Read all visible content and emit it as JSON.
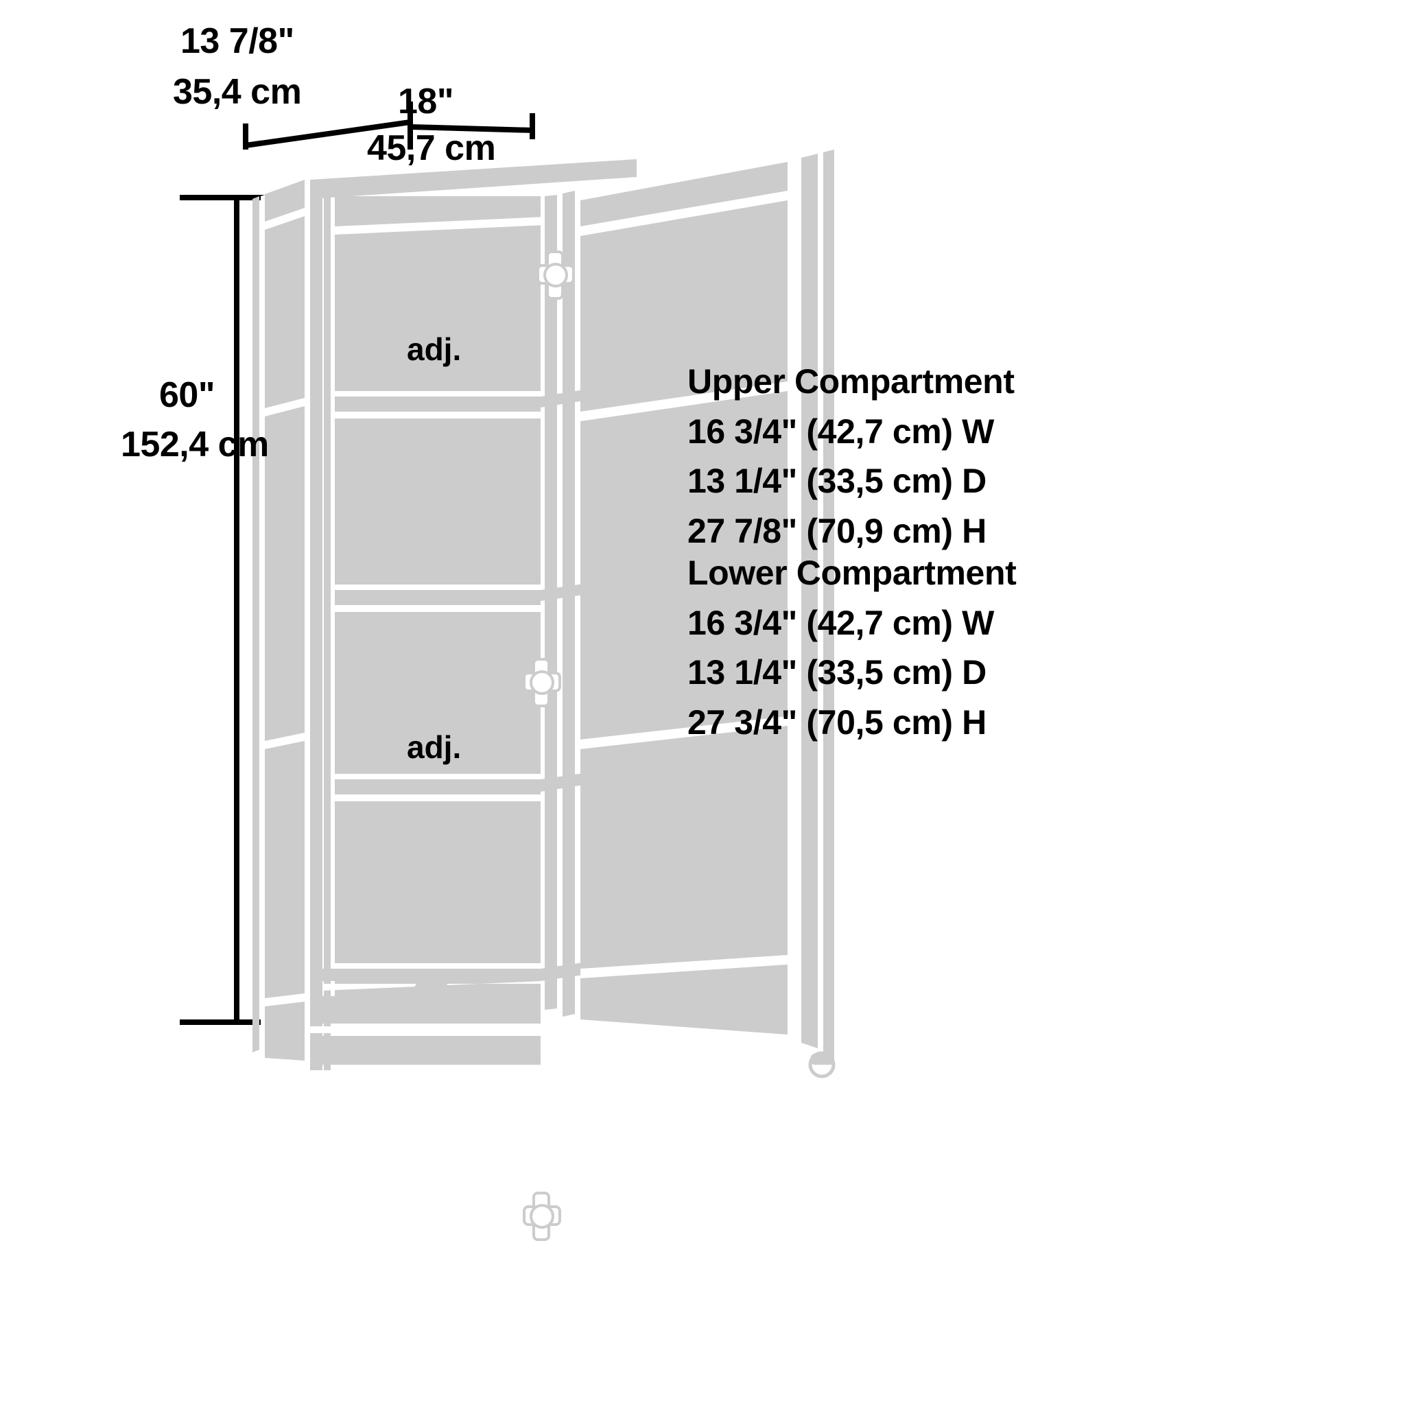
{
  "diagram": {
    "type": "furniture-dimension-diagram",
    "product": "storage cabinet with doors",
    "colors": {
      "line": "#000000",
      "panel_fill": "#cccccc",
      "background": "#ffffff"
    }
  },
  "dimensions": {
    "depth_inches": "13 7/8\"",
    "depth_cm": "35,4 cm",
    "width_inches": "18\"",
    "width_cm": "45,7 cm",
    "height_inches": "60\"",
    "height_cm": "152,4 cm"
  },
  "shelf_labels": {
    "upper_adjustable": "adj.",
    "lower_adjustable": "adj."
  },
  "compartments": [
    {
      "title": "Upper Compartment",
      "lines": [
        "16 3/4\" (42,7 cm) W",
        "13 1/4\" (33,5 cm) D",
        "27 7/8\" (70,9 cm) H"
      ]
    },
    {
      "title": "Lower Compartment",
      "lines": [
        "16 3/4\" (42,7 cm) W",
        "13 1/4\" (33,5 cm) D",
        "27 3/4\" (70,5 cm) H"
      ]
    }
  ],
  "spec_lines": [
    "Upper Compartment",
    "16 3/4\" (42,7 cm) W",
    "13 1/4\" (33,5 cm) D",
    "27 7/8\" (70,9 cm) H",
    "Lower Compartment",
    "16 3/4\" (42,7 cm) W",
    "13 1/4\" (33,5 cm) D",
    "27 3/4\" (70,5 cm) H"
  ]
}
